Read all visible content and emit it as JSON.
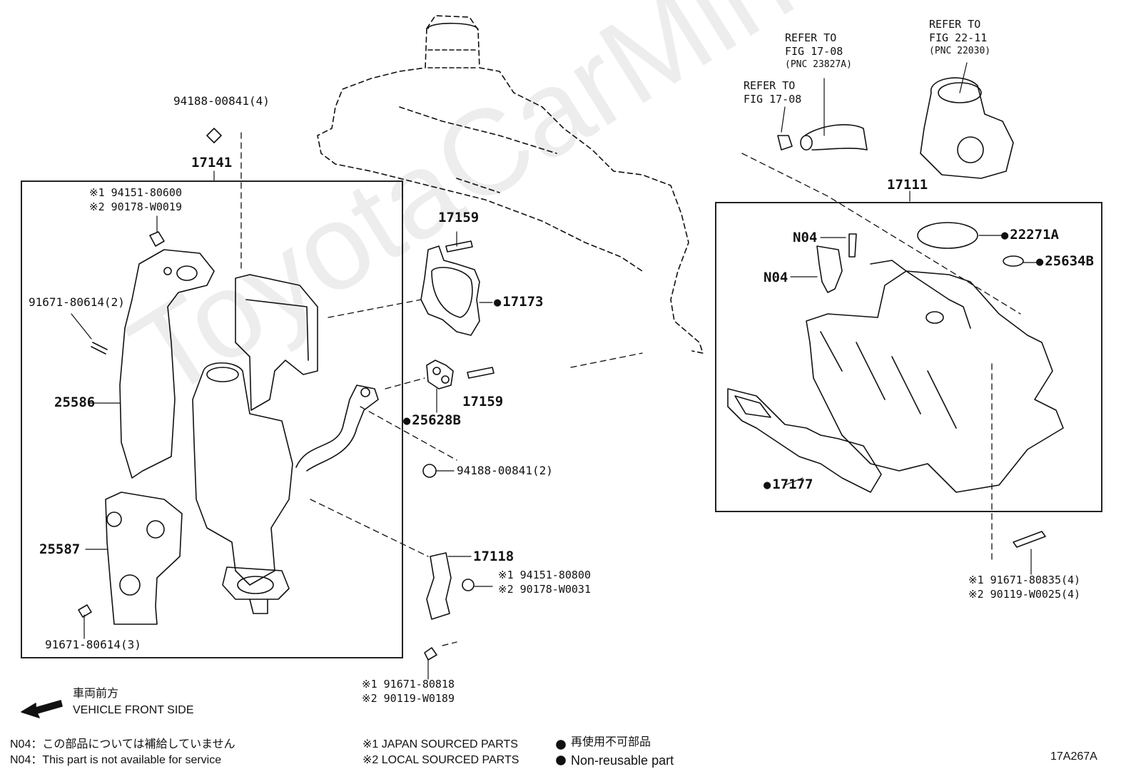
{
  "watermark": "ToyotaCarMine.ru",
  "labels": {
    "p94188_4": "94188-00841(4)",
    "p17141": "17141",
    "p94151_80600": "※1 94151-80600",
    "p90178_W0019": "※2 90178-W0019",
    "p91671_80614_2": "91671-80614(2)",
    "p25586": "25586",
    "p25587": "25587",
    "p91671_80614_3": "91671-80614(3)",
    "p17159_a": "17159",
    "p17173": "17173",
    "p25628B": "25628B",
    "p17159_b": "17159",
    "p94188_2": "94188-00841(2)",
    "p17118": "17118",
    "p94151_80800": "※1 94151-80800",
    "p90178_W0031": "※2 90178-W0031",
    "p91671_80818": "※1 91671-80818",
    "p90119_W0189": "※2 90119-W0189",
    "refer1_a": "REFER TO",
    "refer1_b": "FIG 17-08",
    "refer2_a": "REFER TO",
    "refer2_b": "FIG 17-08",
    "refer2_c": "(PNC 23827A)",
    "refer3_a": "REFER TO",
    "refer3_b": "FIG 22-11",
    "refer3_c": "(PNC 22030)",
    "p17111": "17111",
    "n04_a": "N04",
    "n04_b": "N04",
    "p22271A": "22271A",
    "p25634B": "25634B",
    "p17177": "17177",
    "p91671_80835": "※1 91671-80835(4)",
    "p90119_W0025": "※2 90119-W0025(4)"
  },
  "footer": {
    "front_jp": "車両前方",
    "front_en": "VEHICLE FRONT SIDE",
    "n04_jp": "N04：この部品については補給していません",
    "n04_en": "N04：This part is not available for service",
    "src1": "※1  JAPAN SOURCED PARTS",
    "src2": "※2  LOCAL SOURCED PARTS",
    "nonreuse_jp": "再使用不可部品",
    "nonreuse_en": "Non-reusable part",
    "fig_code": "17A267A"
  }
}
